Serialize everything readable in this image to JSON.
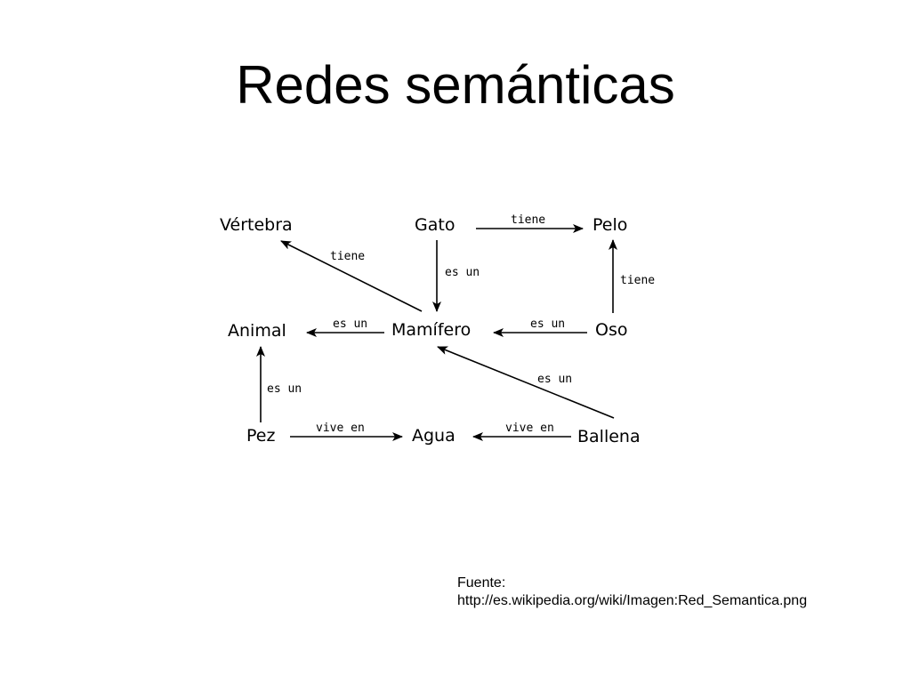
{
  "slide": {
    "title": "Redes semánticas"
  },
  "diagram": {
    "nodes": {
      "vertebra": "Vértebra",
      "gato": "Gato",
      "pelo": "Pelo",
      "animal": "Animal",
      "mamifero": "Mamífero",
      "oso": "Oso",
      "pez": "Pez",
      "agua": "Agua",
      "ballena": "Ballena"
    },
    "edges": {
      "gato_pelo": "tiene",
      "mamifero_vertebra": "tiene",
      "gato_mamifero": "es un",
      "oso_pelo": "tiene",
      "mamifero_animal": "es un",
      "oso_mamifero": "es un",
      "ballena_mamifero": "es un",
      "pez_animal": "es un",
      "pez_agua": "vive en",
      "ballena_agua": "vive en"
    }
  },
  "source": {
    "label": "Fuente:",
    "url": "http://es.wikipedia.org/wiki/Imagen:Red_Semantica.png"
  }
}
